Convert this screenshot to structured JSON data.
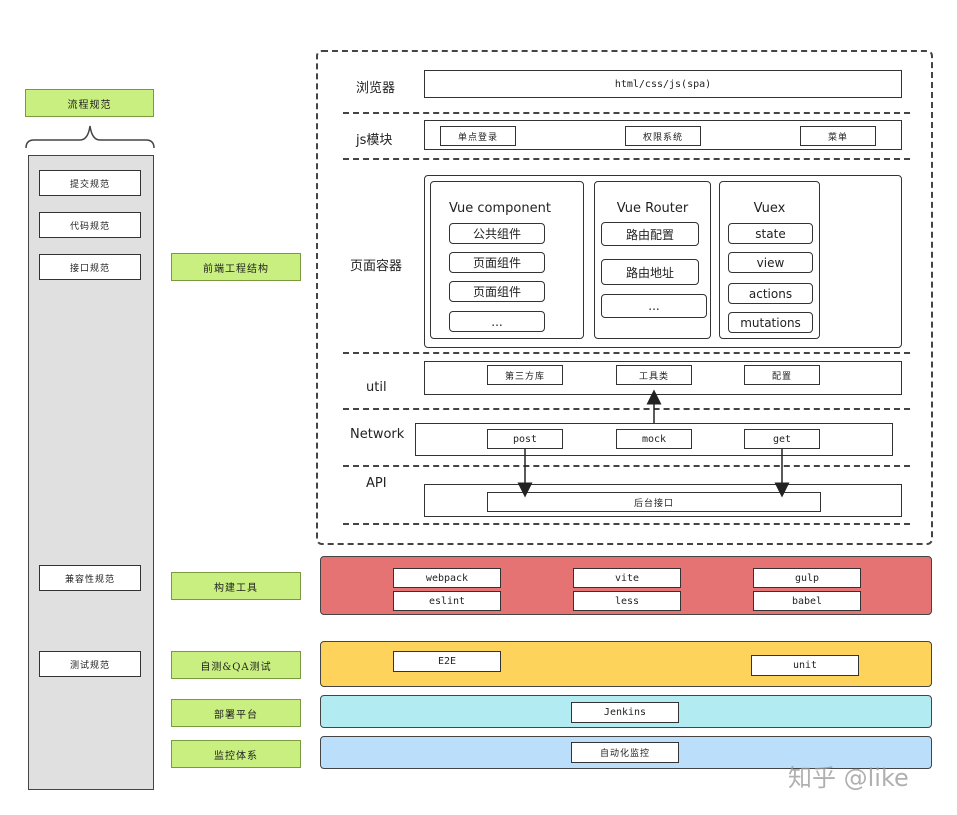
{
  "left": {
    "header": "流程规范",
    "items": [
      "提交规范",
      "代码规范",
      "接口规范"
    ],
    "compat": "兼容性规范",
    "test": "测试规范"
  },
  "middle": {
    "frontend": "前端工程结构",
    "build": "构建工具",
    "selftest": "自测&QA测试",
    "deploy": "部署平台",
    "monitor": "监控体系"
  },
  "rows": {
    "browser": {
      "label": "浏览器",
      "value": "html/css/js(spa)"
    },
    "js": {
      "label": "js模块",
      "items": [
        "单点登录",
        "权限系统",
        "菜单"
      ]
    },
    "container": {
      "label": "页面容器",
      "panels": [
        {
          "title": "Vue component",
          "items": [
            "公共组件",
            "页面组件",
            "页面组件",
            "..."
          ]
        },
        {
          "title": "Vue Router",
          "items": [
            "路由配置",
            "路由地址",
            "..."
          ]
        },
        {
          "title": "Vuex",
          "items": [
            "state",
            "view",
            "actions",
            "mutations"
          ]
        }
      ]
    },
    "util": {
      "label": "util",
      "items": [
        "第三方库",
        "工具类",
        "配置"
      ]
    },
    "network": {
      "label": "Network",
      "items": [
        "post",
        "mock",
        "get"
      ]
    },
    "api": {
      "label": "API",
      "value": "后台接口"
    }
  },
  "bands": {
    "build": {
      "items": [
        "webpack",
        "vite",
        "gulp",
        "eslint",
        "less",
        "babel"
      ],
      "color": "#e57373"
    },
    "test": {
      "items": [
        "E2E",
        "unit"
      ],
      "color": "#fdd35c"
    },
    "deploy": {
      "items": [
        "Jenkins"
      ],
      "color": "#b2ebf2"
    },
    "monitor": {
      "items": [
        "自动化监控"
      ],
      "color": "#bbdefb"
    }
  },
  "watermark": "知乎 @like"
}
